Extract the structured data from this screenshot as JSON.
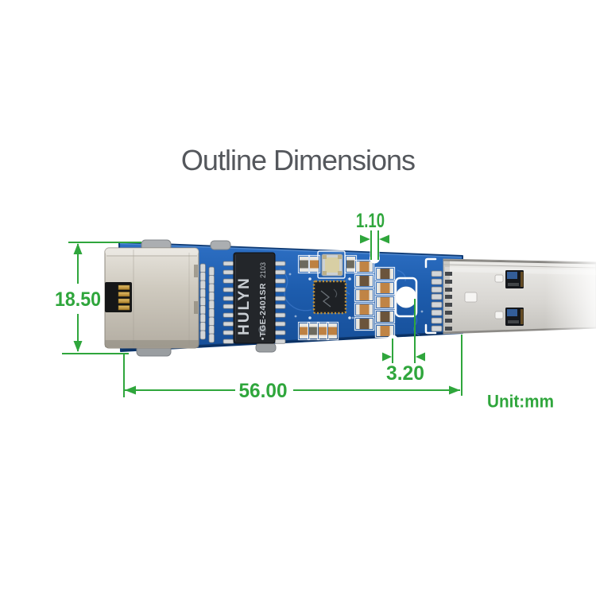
{
  "title": "Outline Dimensions",
  "unit_label": "Unit:mm",
  "dimensions": {
    "slot_width": "1.10",
    "board_width": "18.50",
    "hole_diameter": "3.20",
    "board_length": "56.00"
  },
  "board": {
    "transformer": {
      "brand": "HULYN",
      "date_code": "2103",
      "part_number": "•TGE-2401SR"
    }
  },
  "colors": {
    "dimension_green": "#2fa63c",
    "title_gray": "#54575c",
    "pcb_blue": "#1d5cad",
    "rj45_metal": "#cfcabf",
    "usb_metal": "#d9d7d3",
    "chip_black": "#23262a"
  }
}
